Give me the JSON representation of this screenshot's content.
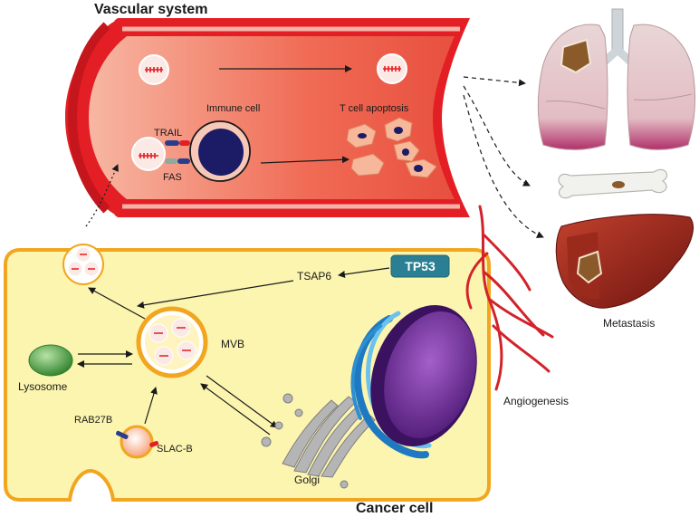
{
  "diagram": {
    "titles": {
      "vascular_system": "Vascular system",
      "cancer_cell": "Cancer cell"
    },
    "labels": {
      "immune_cell": "Immune cell",
      "t_cell_apoptosis": "T cell apoptosis",
      "trail": "TRAIL",
      "fas": "FAS",
      "tp53": "TP53",
      "tsap6": "TSAP6",
      "mvb": "MVB",
      "lysosome": "Lysosome",
      "rab27b": "RAB27B",
      "slac_b": "SLAC-B",
      "golgi": "Golgi",
      "metastasis": "Metastasis",
      "angiogenesis": "Angiogenesis"
    },
    "colors": {
      "vessel_red": "#e31e24",
      "vessel_lumen": "#ef6a55",
      "cell_fill": "#fcf5b0",
      "cell_border": "#f2a51f",
      "tp53_box": "#2a7f92",
      "lysosome_green": "#3f9a3a",
      "nucleus_purple": "#5b2384",
      "er_blue": "#2c8fd1",
      "golgi_gray": "#9a9a9a",
      "immune_nucleus": "#1c1c66"
    },
    "icons": [
      "exosome-icon",
      "lungs-icon",
      "bone-icon",
      "liver-icon",
      "nucleus-icon",
      "golgi-icon",
      "lysosome-icon"
    ]
  }
}
